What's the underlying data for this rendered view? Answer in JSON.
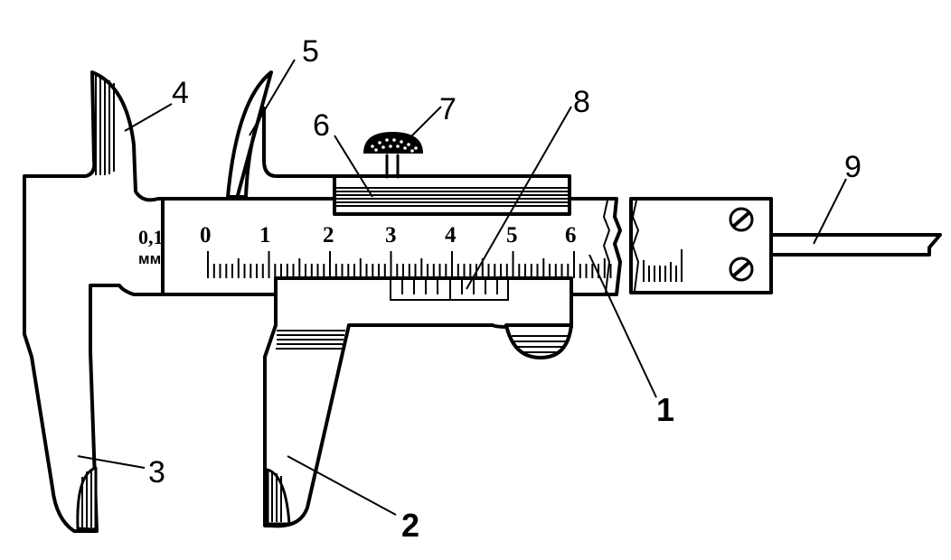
{
  "labels": {
    "n1": "1",
    "n2": "2",
    "n3": "3",
    "n4": "4",
    "n5": "5",
    "n6": "6",
    "n7": "7",
    "n8": "8",
    "n9": "9"
  },
  "scale": {
    "unit_value": "0,1",
    "unit_name": "мм",
    "numbers": [
      "0",
      "1",
      "2",
      "3",
      "4",
      "5",
      "6"
    ]
  }
}
